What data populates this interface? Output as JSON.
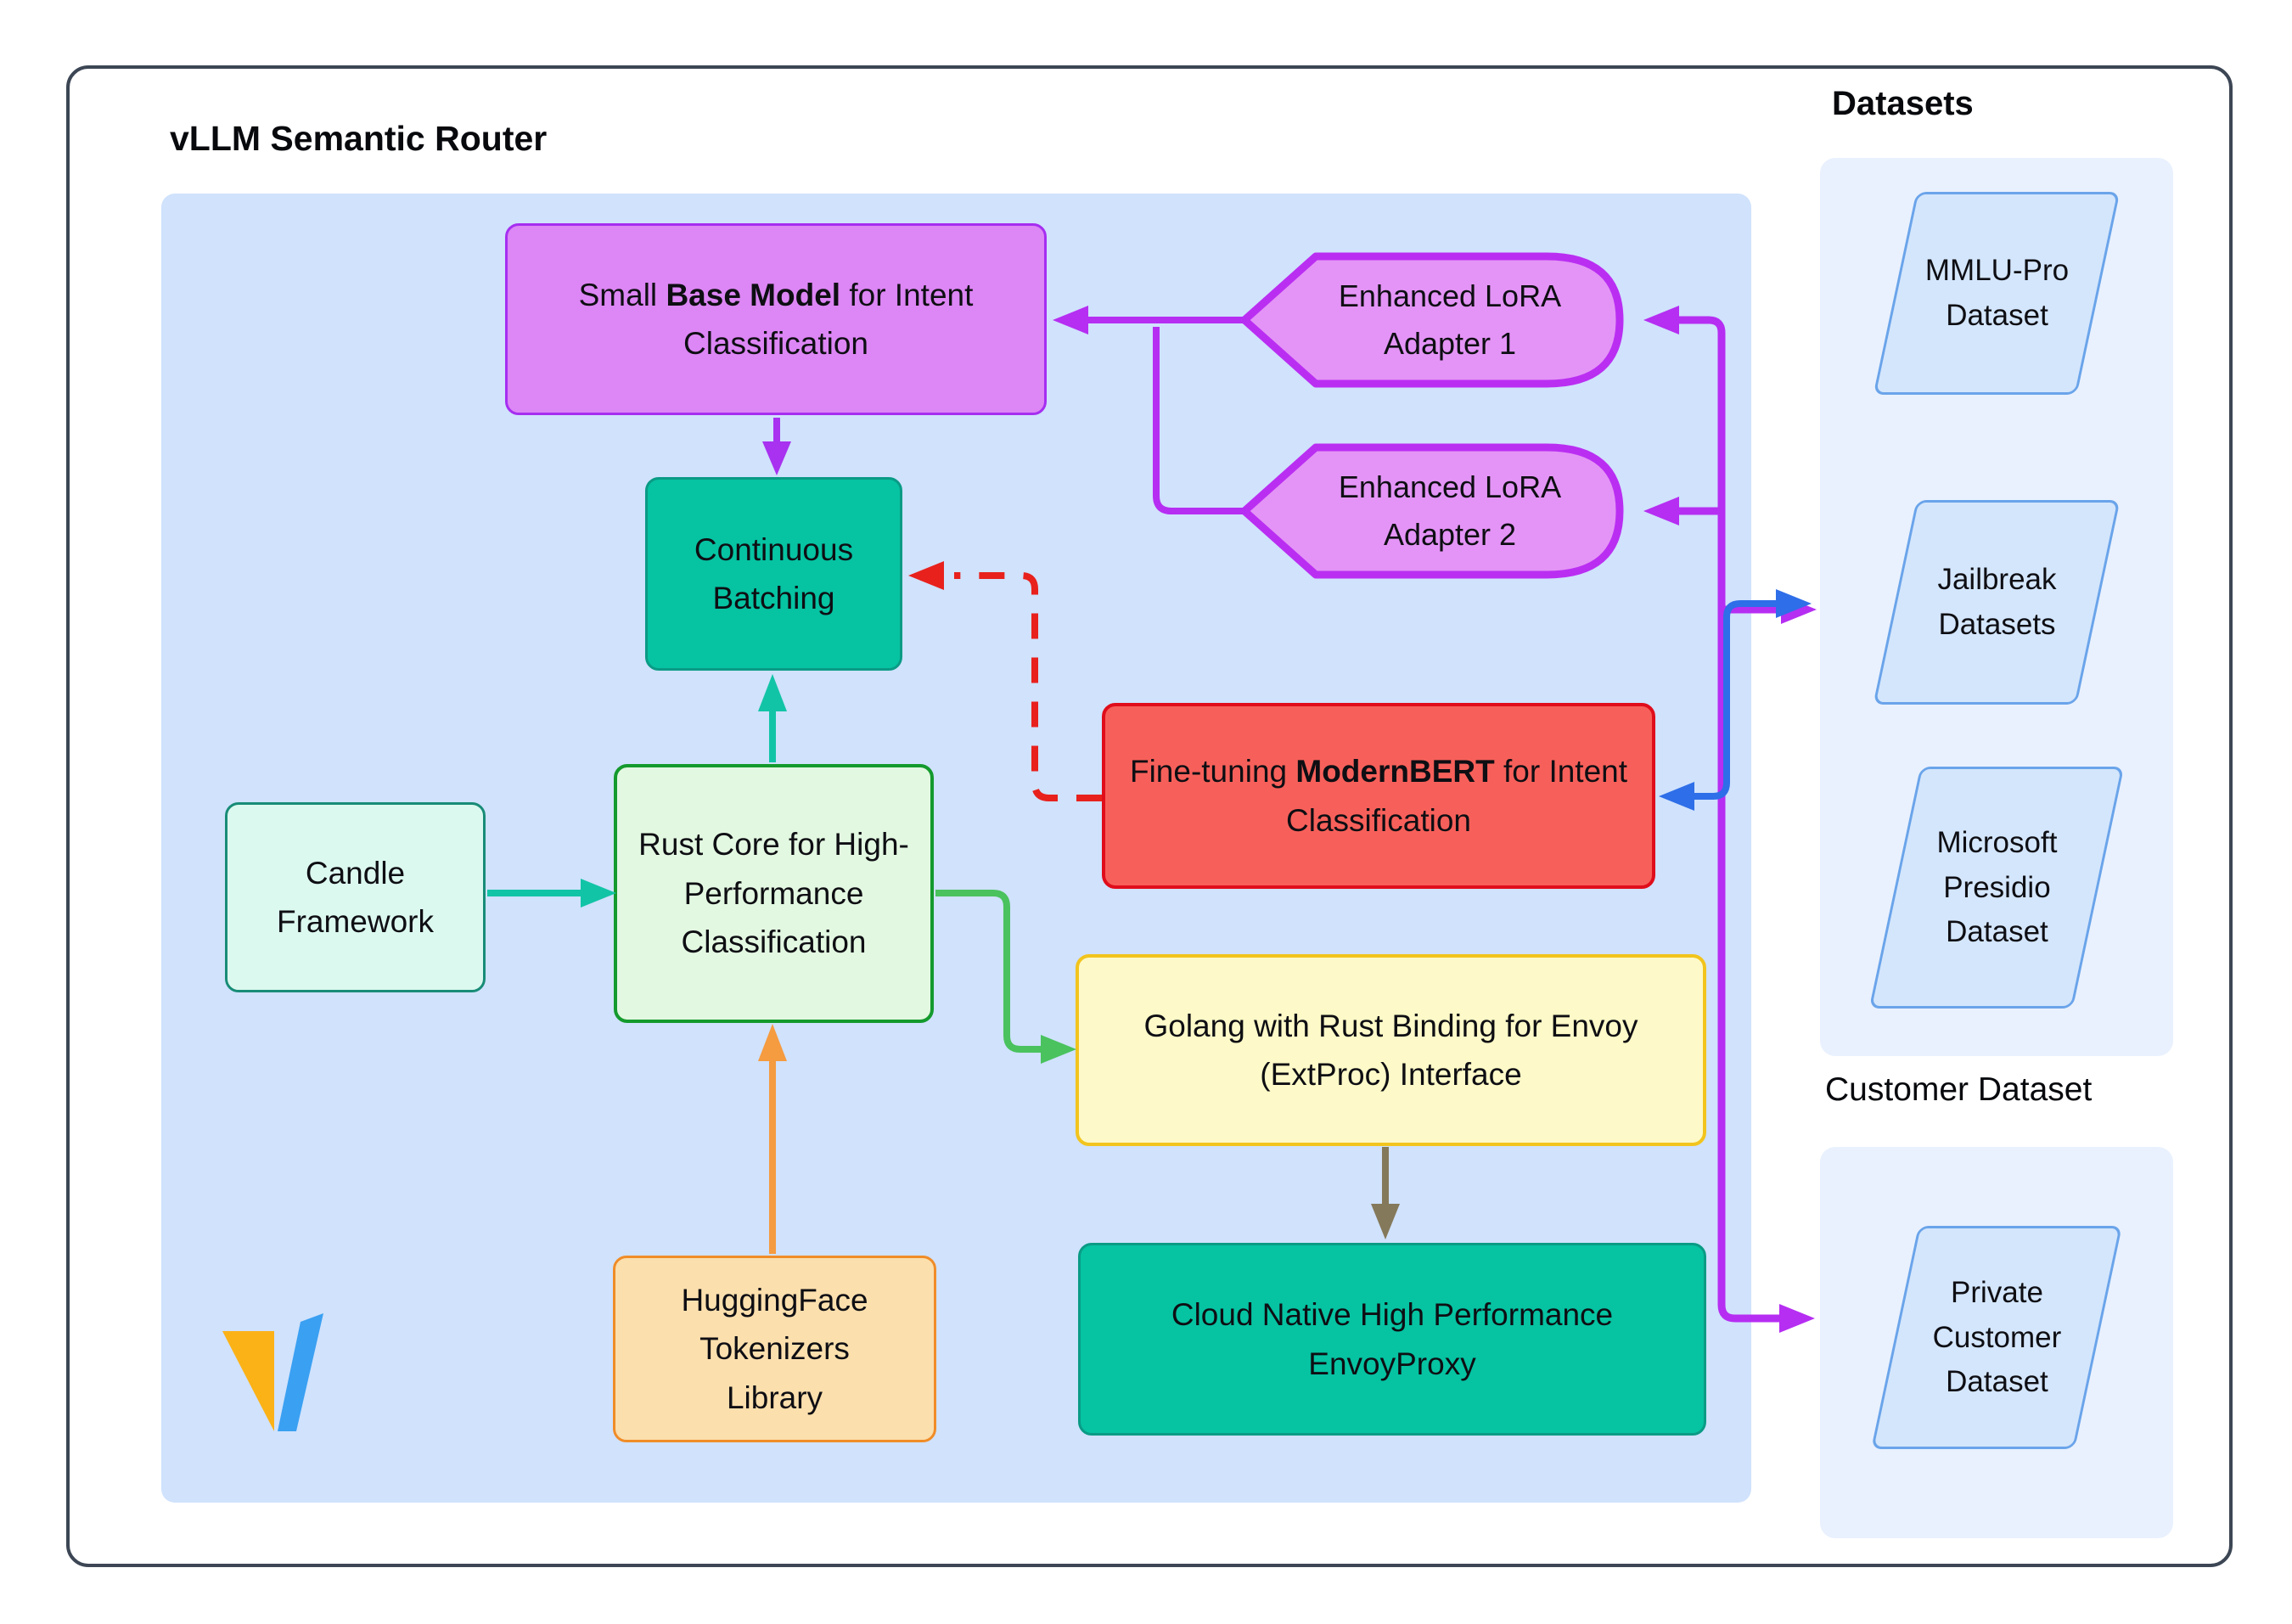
{
  "title": "vLLM Semantic Router",
  "sections": {
    "datasets": "Datasets",
    "customer": "Customer Dataset"
  },
  "nodes": {
    "base_model": {
      "t1": "Small ",
      "t2": "Base Model",
      "t3": " for Intent Classification"
    },
    "lora_adapter_1": "Enhanced LoRA Adapter 1",
    "lora_adapter_2": "Enhanced LoRA Adapter 2",
    "continuous_batching": "Continuous Batching",
    "modernbert": {
      "t1": "Fine-tuning ",
      "t2": "ModernBERT",
      "t3": " for Intent Classification"
    },
    "candle": "Candle Framework",
    "rust_core": "Rust Core for High-Performance Classification",
    "golang": "Golang with Rust Binding for Envoy (ExtProc) Interface",
    "envoy": "Cloud Native High Performance EnvoyProxy",
    "huggingface": "HuggingFace Tokenizers Library",
    "mmlu": "MMLU-Pro Dataset",
    "jailbreak": "Jailbreak Datasets",
    "presidio": "Microsoft Presidio Dataset",
    "private_customer": "Private Customer Dataset"
  },
  "colors": {
    "router_panel_bg": "#d0e2fc",
    "dataset_panel_bg": "#e9f1fe",
    "base_model_fill": "#dd86f5",
    "base_model_border": "#a62ef0",
    "adapter_fill": "#e494f6",
    "adapter_border": "#ba2ef2",
    "teal_fill": "#06c3a2",
    "teal_border": "#0a9b85",
    "red_fill": "#f7605a",
    "red_border": "#e00d1b",
    "candle_fill": "#dcf9ef",
    "rust_fill": "#e3f8e1",
    "rust_border": "#149a2d",
    "golang_fill": "#fdf9c8",
    "golang_border": "#f2c41d",
    "huggingface_fill": "#fbdfad",
    "huggingface_border": "#f08c28",
    "parallelogram_fill": "#d4e6fc",
    "parallelogram_border": "#6aa4ea",
    "edge_magenta": "#b62ef2",
    "edge_blue": "#2e6ee8",
    "edge_red_dashed": "#e8211d",
    "edge_teal": "#12c4a6",
    "edge_orange": "#f59b40",
    "edge_green": "#4ac25e",
    "edge_olive": "#84795a",
    "logo_yellow": "#fbb217",
    "logo_blue": "#3aa0f2"
  }
}
